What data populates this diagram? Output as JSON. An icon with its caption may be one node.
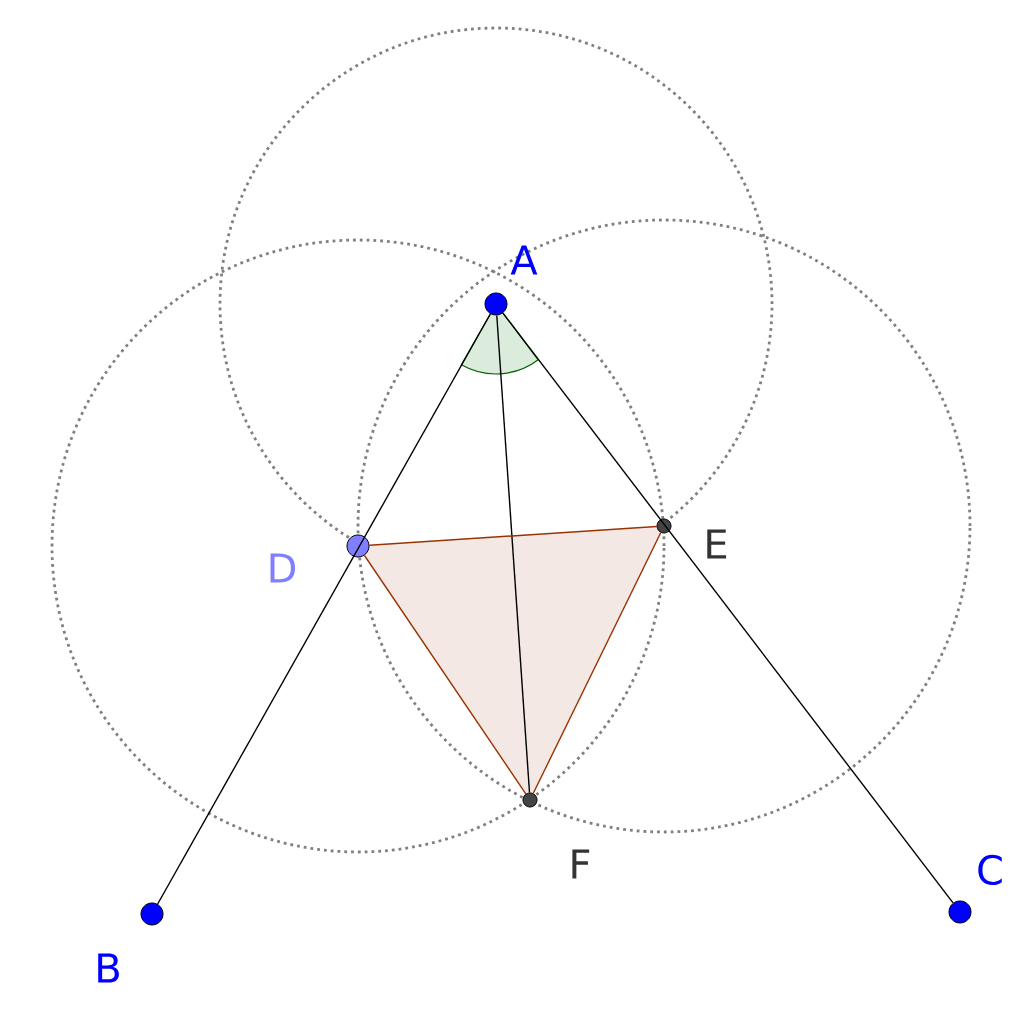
{
  "diagram": {
    "nodes": [
      {
        "text": [
          "A"
        ]
      },
      {
        "text": [
          "B"
        ]
      },
      {
        "text": [
          "C"
        ]
      },
      {
        "text": [
          "D"
        ]
      },
      {
        "text": [
          "E"
        ]
      },
      {
        "text": [
          "F"
        ]
      }
    ],
    "edges": [
      {
        "from": 0,
        "to": 1,
        "arrow": "none"
      },
      {
        "from": 0,
        "to": 2,
        "arrow": "none"
      },
      {
        "from": 0,
        "to": 5,
        "arrow": "none"
      },
      {
        "from": 3,
        "to": 4,
        "arrow": "none",
        "color": "#993300"
      },
      {
        "from": 4,
        "to": 5,
        "arrow": "none",
        "color": "#993300"
      },
      {
        "from": 5,
        "to": 3,
        "arrow": "none",
        "color": "#993300"
      }
    ]
  }
}
